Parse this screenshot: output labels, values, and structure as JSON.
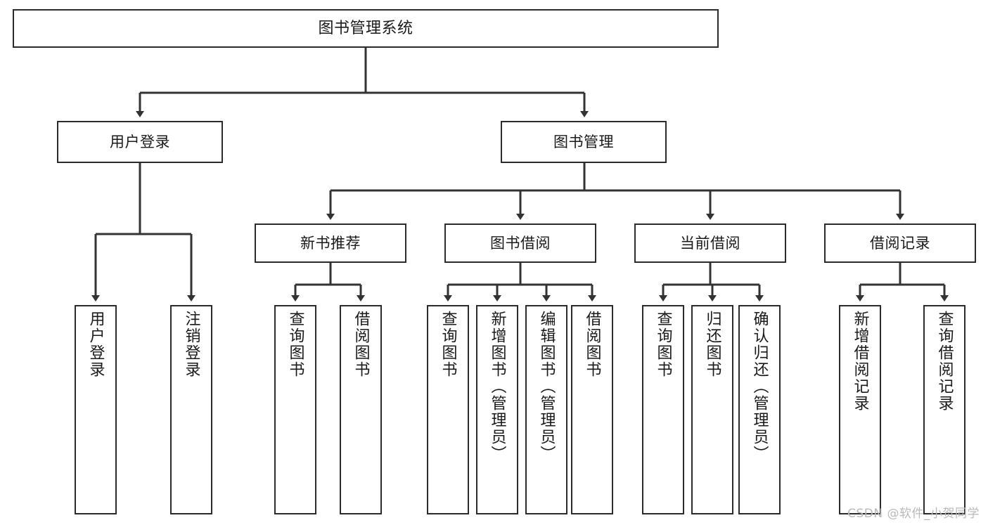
{
  "diagram": {
    "title": "图书管理系统",
    "type": "tree-hierarchy",
    "colors": {
      "box_border": "#2b2b2b",
      "box_fill": "#ffffff",
      "connector": "#333333",
      "text": "#1a1a1a",
      "watermark": "#b9b9b9"
    },
    "root": {
      "label": "图书管理系统"
    },
    "level2": [
      {
        "label": "用户登录"
      },
      {
        "label": "图书管理"
      }
    ],
    "level3": [
      {
        "label": "新书推荐"
      },
      {
        "label": "图书借阅"
      },
      {
        "label": "当前借阅"
      },
      {
        "label": "借阅记录"
      }
    ],
    "leaves": {
      "user_login": [
        {
          "label": "用户登录"
        },
        {
          "label": "注销登录"
        }
      ],
      "new_book_recommend": [
        {
          "label": "查询图书"
        },
        {
          "label": "借阅图书"
        }
      ],
      "book_borrow": [
        {
          "label": "查询图书"
        },
        {
          "label": "新增图书（管理员）"
        },
        {
          "label": "编辑图书（管理员）"
        },
        {
          "label": "借阅图书"
        }
      ],
      "current_borrow": [
        {
          "label": "查询图书"
        },
        {
          "label": "归还图书"
        },
        {
          "label": "确认归还（管理员）"
        }
      ],
      "borrow_record": [
        {
          "label": "新增借阅记录"
        },
        {
          "label": "查询借阅记录"
        }
      ]
    }
  },
  "watermark": {
    "text": "CSDN @软件_小贺同学"
  }
}
